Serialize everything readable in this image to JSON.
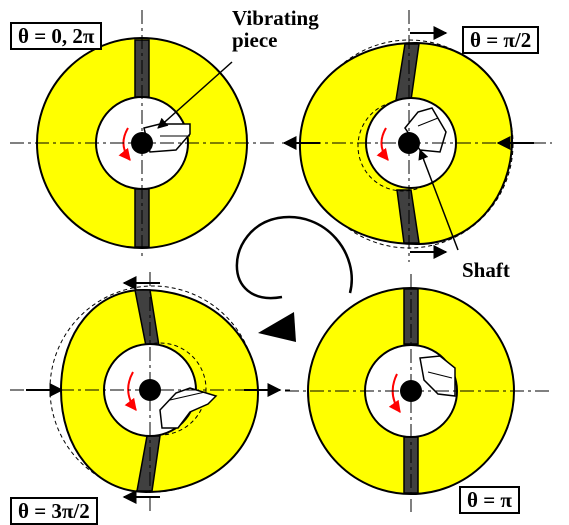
{
  "labels": {
    "theta_0": "θ = 0, 2π",
    "theta_pi_2": "θ = π/2",
    "theta_pi": "θ = π",
    "theta_3pi_2": "θ = 3π/2",
    "vibrating_line1": "Vibrating",
    "vibrating_line2": "piece",
    "shaft": "Shaft"
  },
  "colors": {
    "ring_fill": "#ffff00",
    "slot_fill": "#404040",
    "rotation_arrow": "#ff0000",
    "stroke": "#000000"
  },
  "icons": {
    "rotation_direction": "counterclockwise-arrow-icon",
    "shaft_rotation": "red-curved-arrow-icon"
  }
}
